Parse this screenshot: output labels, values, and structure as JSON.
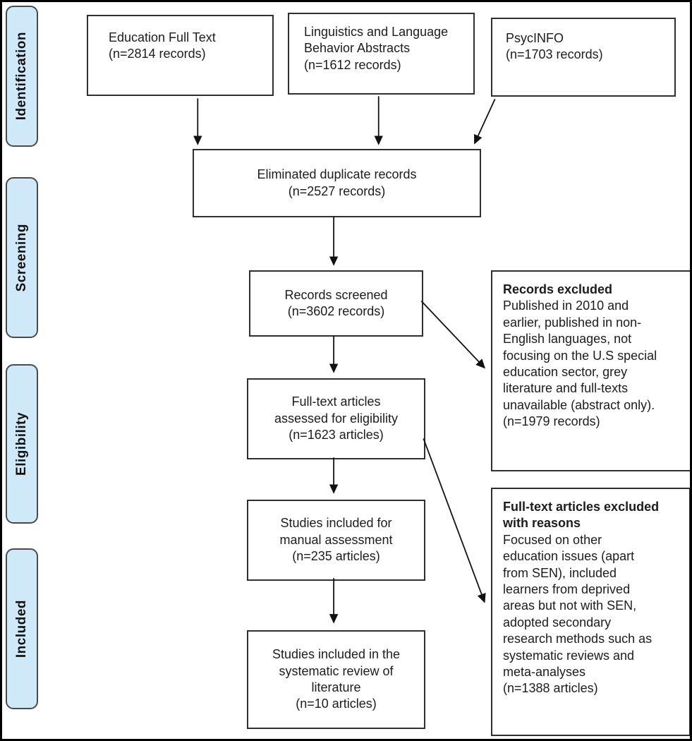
{
  "sidebar": {
    "stages": [
      {
        "label": "Identification"
      },
      {
        "label": "Screening"
      },
      {
        "label": "Eligibility"
      },
      {
        "label": "Included"
      }
    ]
  },
  "boxes": {
    "education": {
      "text": "Education Full Text\n(n=2814 records)"
    },
    "linguistics": {
      "text": "Linguistics and Language\nBehavior Abstracts\n(n=1612 records)"
    },
    "psycinfo": {
      "text": "PsycINFO\n(n=1703 records)"
    },
    "duplicates": {
      "text": "Eliminated duplicate records\n(n=2527 records)"
    },
    "screened": {
      "text": "Records screened\n(n=3602 records)"
    },
    "records_excluded": {
      "title": "Records excluded",
      "body": "Published in 2010 and\nearlier, published in non-\nEnglish languages, not\nfocusing on the U.S special\neducation sector, grey\nliterature and full-texts\nunavailable (abstract only).\n(n=1979 records)"
    },
    "fulltext_assessed": {
      "text": "Full-text articles\nassessed for eligibility\n(n=1623 articles)"
    },
    "manual_assessment": {
      "text": "Studies included for\nmanual assessment\n(n=235 articles)"
    },
    "fulltext_excluded": {
      "title": "Full-text articles excluded\nwith reasons",
      "body": "Focused on other\neducation issues (apart\nfrom SEN), included\nlearners from deprived\nareas but not with SEN,\nadopted secondary\nresearch methods such as\nsystematic reviews and\nmeta-analyses\n(n=1388 articles)"
    },
    "final_included": {
      "text": "Studies included in the\nsystematic review of\nliterature\n(n=10 articles)"
    }
  },
  "colors": {
    "stage_fill": "#cfe9f9",
    "stage_border": "#4a4a4a",
    "box_border": "#2f2f2f",
    "arrow": "#111111",
    "frame": "#000000"
  }
}
